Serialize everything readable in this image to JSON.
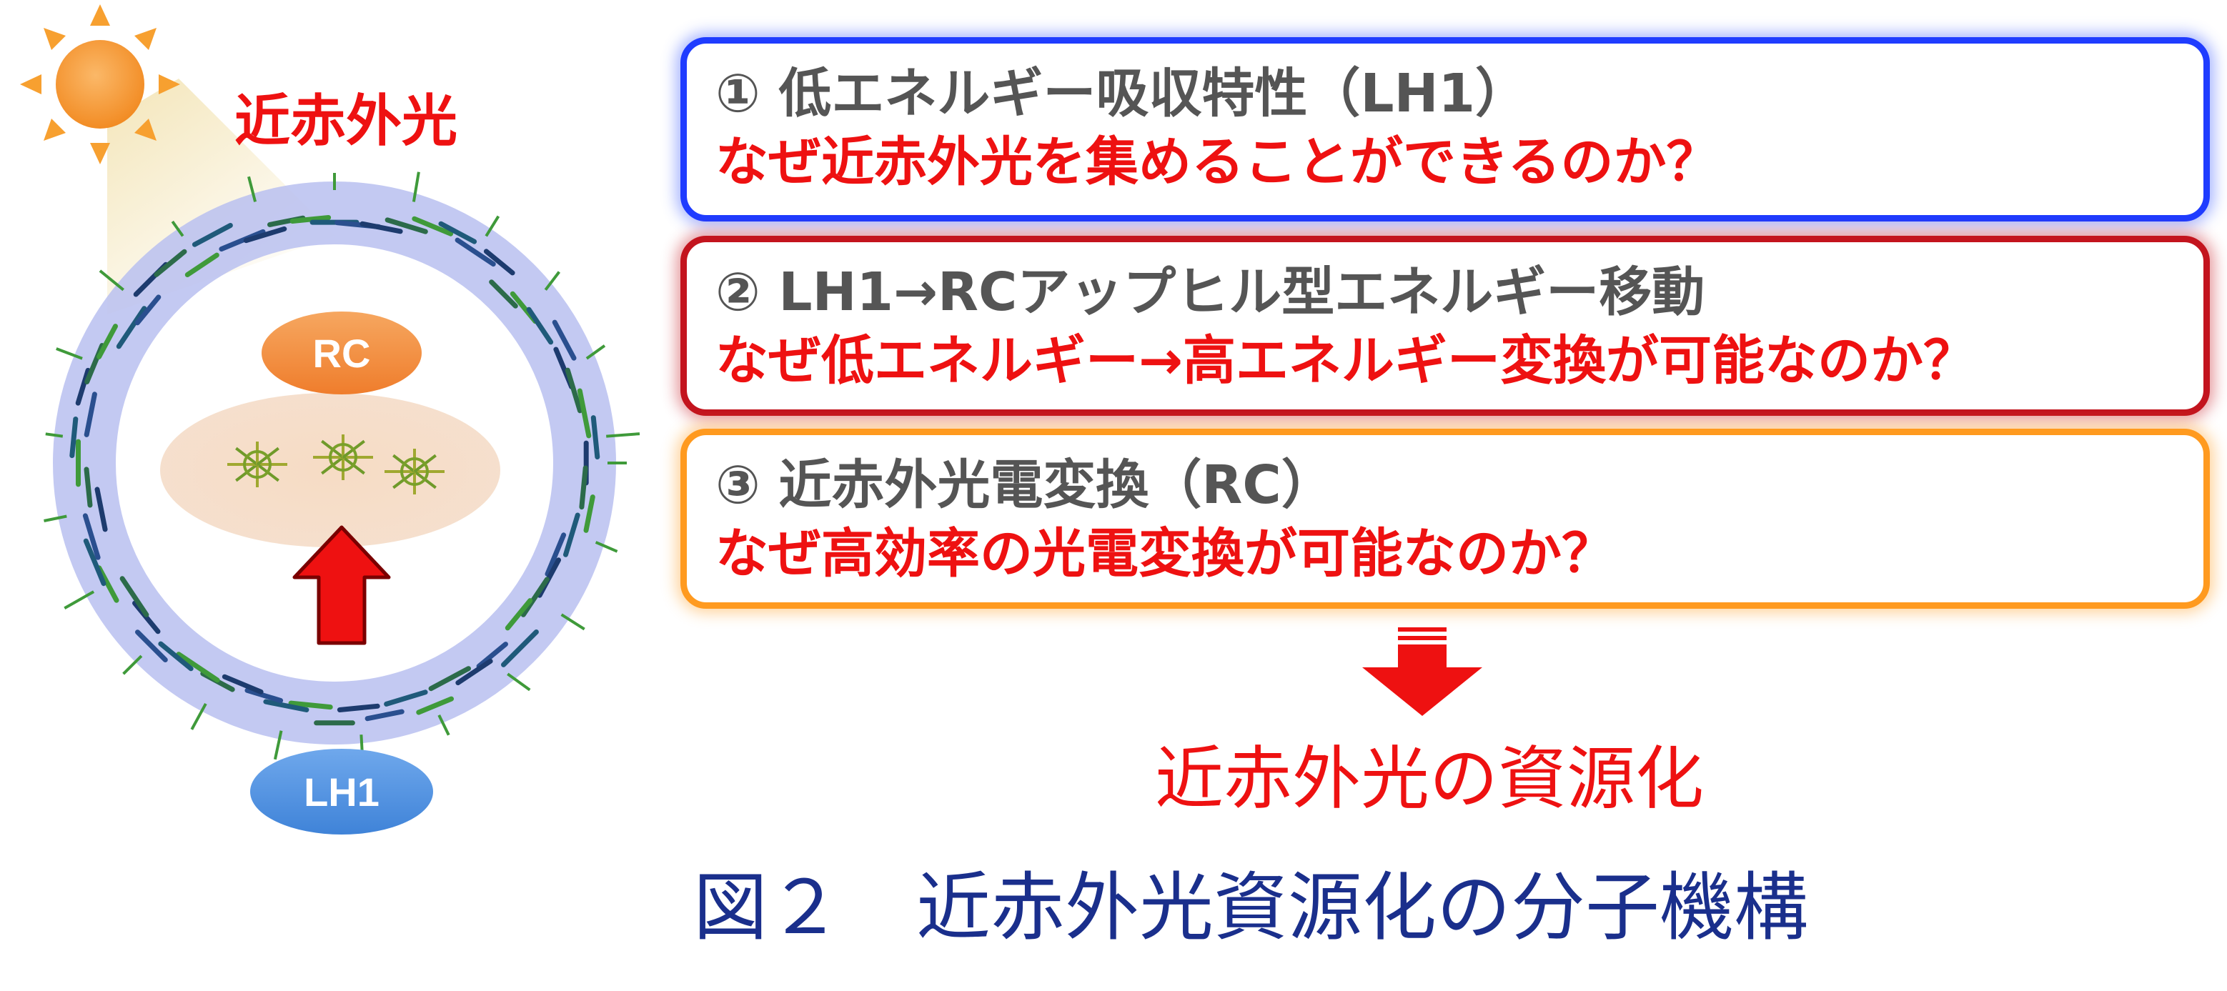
{
  "diagram": {
    "nir_label": "近赤外光",
    "rc_badge": "RC",
    "lh1_badge": "LH1",
    "box1": {
      "question": "① 低エネルギー吸収特性（LH1）",
      "answer": "なぜ近赤外光を集めることができるのか？"
    },
    "box2": {
      "question": "② LH1→RCアップヒル型エネルギー移動",
      "answer": "なぜ低エネルギー→高エネルギー変換が可能なのか？"
    },
    "box3": {
      "question": "③ 近赤外光電変換（RC）",
      "answer": "なぜ高効率の光電変換が可能なのか？"
    },
    "result": "近赤外光の資源化",
    "caption": "図２　近赤外光資源化の分子機構"
  },
  "colors": {
    "box1_border": "#1f3cff",
    "box2_border": "#c3141e",
    "box3_border": "#ff9a1f",
    "accent_red": "#ee1111",
    "caption_blue": "#1a2f8c",
    "sun": "#f7a030",
    "ring": "#b8bff0",
    "rc_badge": "#f28a3c",
    "lh1_badge": "#4a8fe0"
  }
}
